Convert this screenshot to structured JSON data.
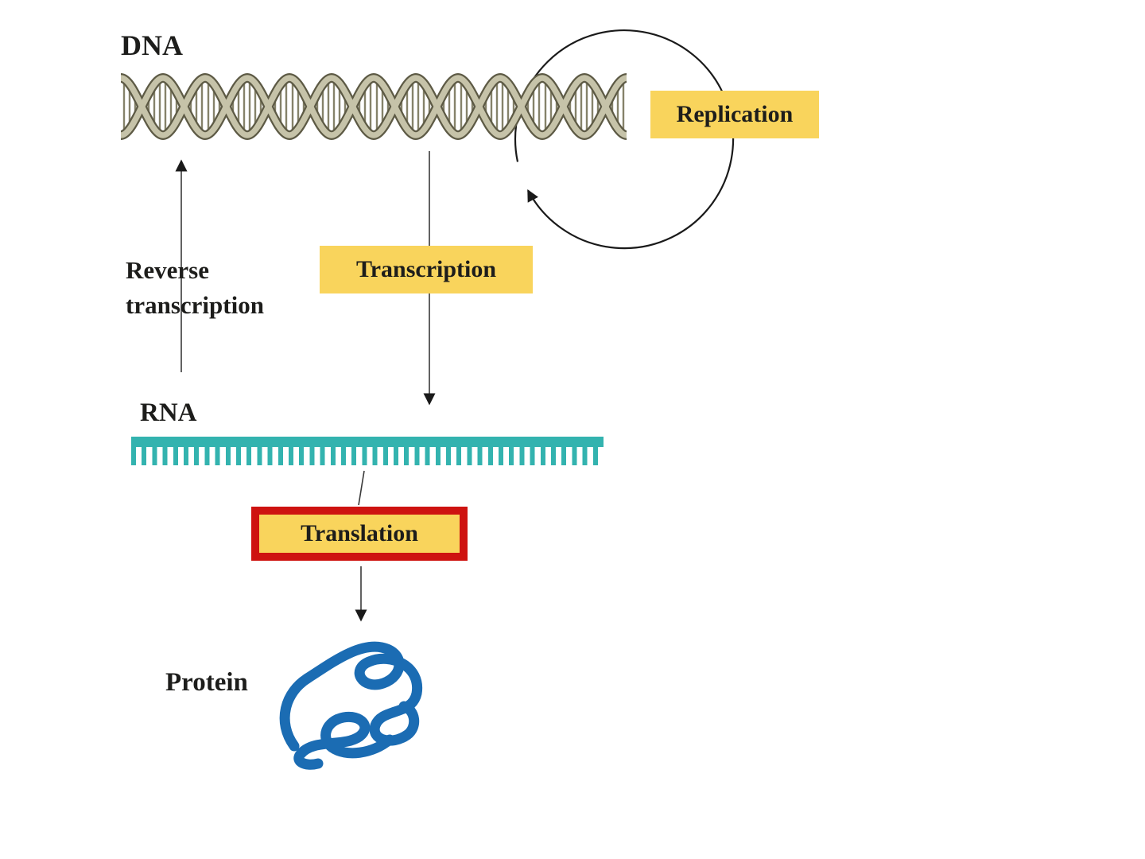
{
  "diagram": {
    "labels": {
      "dna": "DNA",
      "rna": "RNA",
      "protein": "Protein",
      "reverse_transcription": "Reverse transcription",
      "replication": "Replication",
      "transcription": "Transcription",
      "translation": "Translation"
    },
    "colors": {
      "label_box_bg": "#F9D45C",
      "translation_highlight_border": "#CE1310",
      "rna_teal": "#33B3AF",
      "protein_blue": "#1B6CB3",
      "dna_tan": "#C6C3A9",
      "arrow_black": "#1A1A1A"
    }
  }
}
